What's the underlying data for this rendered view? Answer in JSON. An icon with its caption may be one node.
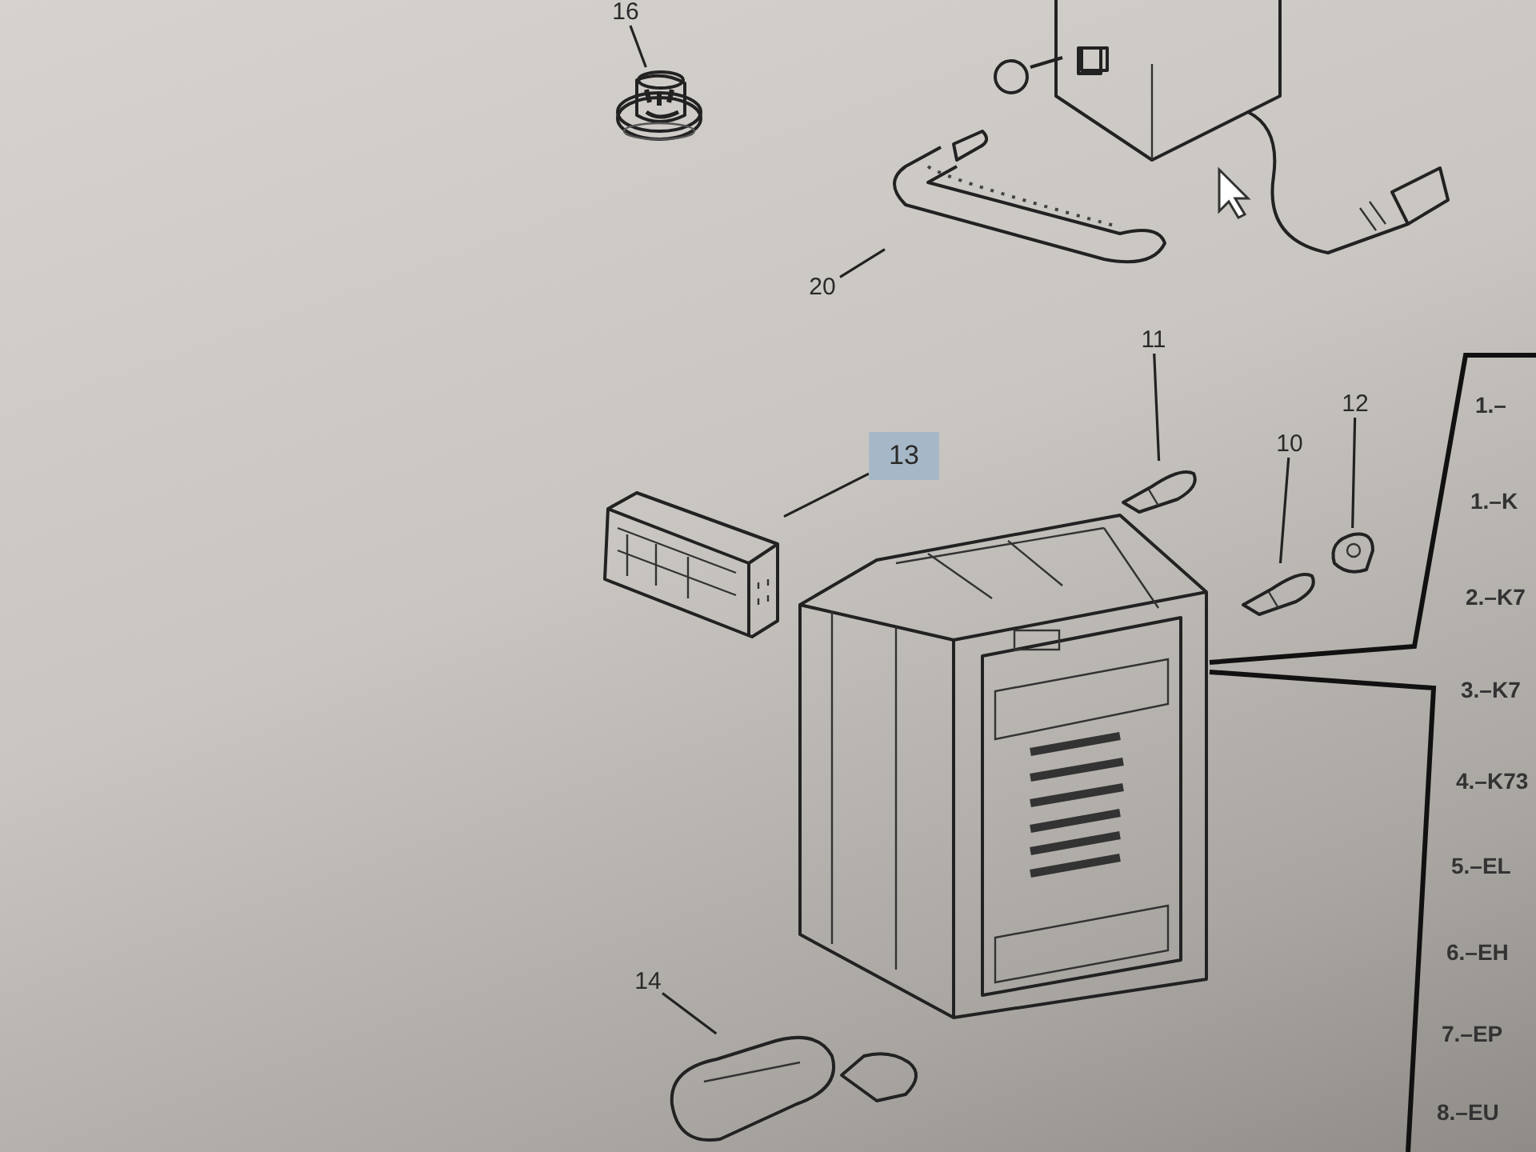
{
  "diagram": {
    "nodes": [
      {
        "text": [
          "16"
        ]
      },
      {
        "text": [],
        "shape": "picture"
      },
      {
        "text": [
          "20"
        ]
      },
      {
        "text": [],
        "shape": "picture"
      },
      {
        "text": [
          "11"
        ]
      },
      {
        "text": [],
        "shape": "picture"
      },
      {
        "text": [
          "12"
        ]
      },
      {
        "text": [
          "10"
        ]
      },
      {
        "text": [],
        "shape": "picture"
      },
      {
        "text": [],
        "shape": "picture"
      },
      {
        "text": [
          "13"
        ]
      },
      {
        "text": [],
        "shape": "picture"
      },
      {
        "text": [],
        "shape": "picture"
      },
      {
        "text": [
          "14"
        ]
      },
      {
        "text": [],
        "shape": "picture"
      }
    ],
    "edges": [
      {
        "from": 0,
        "to": 1,
        "arrow": "none"
      },
      {
        "from": 2,
        "to": 3,
        "arrow": "none"
      },
      {
        "from": 4,
        "to": 5,
        "arrow": "none"
      },
      {
        "from": 6,
        "to": 8,
        "arrow": "none"
      },
      {
        "from": 7,
        "to": 9,
        "arrow": "none"
      },
      {
        "from": 10,
        "to": 11,
        "arrow": "none"
      },
      {
        "from": 13,
        "to": 14,
        "arrow": "none"
      }
    ],
    "labels": [
      "1.–",
      "1.–K",
      "2.–K7",
      "3.–K7",
      "4.–K73",
      "5.–EL",
      "6.–EH",
      "7.–EP",
      "8.–EU"
    ]
  }
}
